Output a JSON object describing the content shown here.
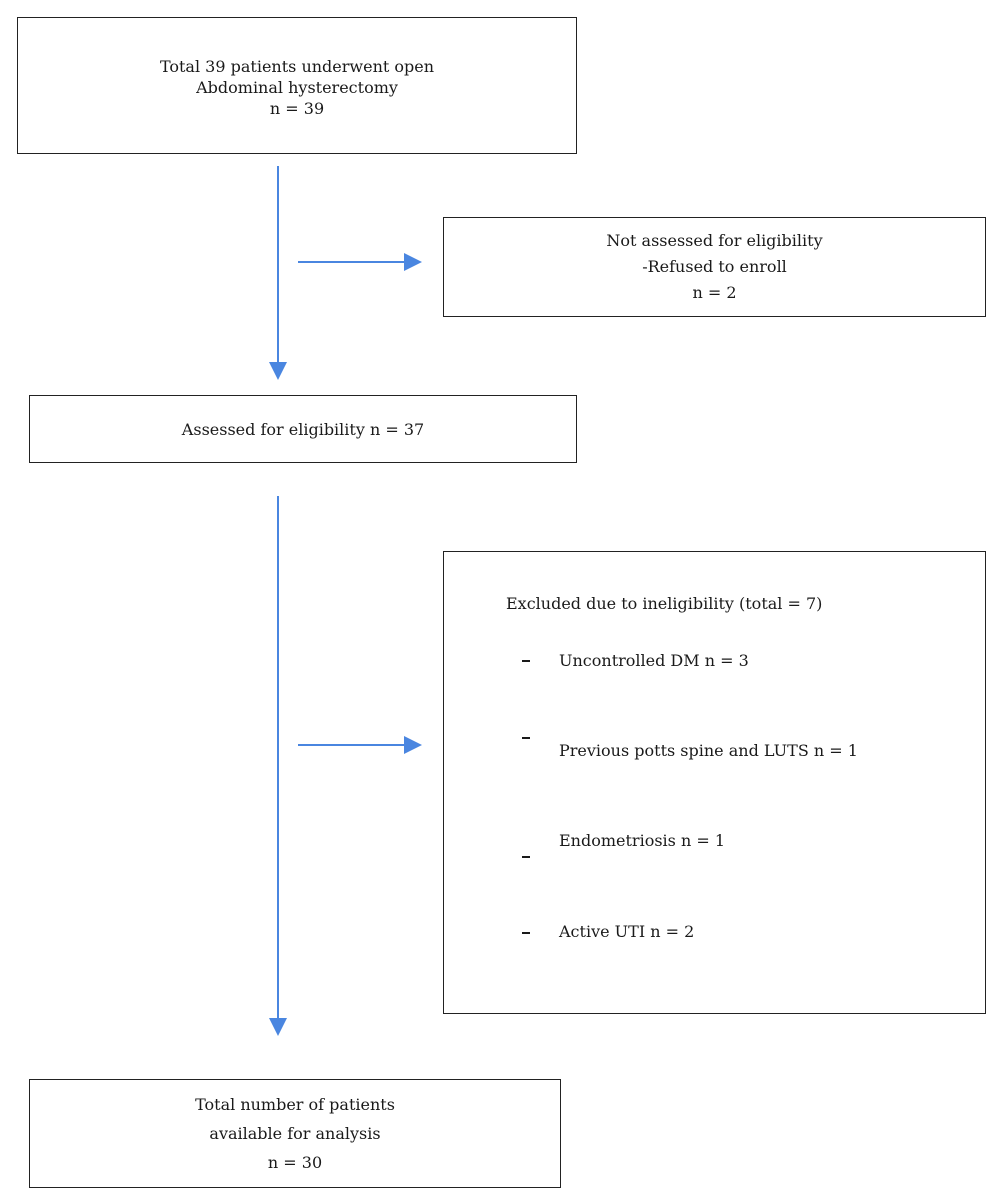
{
  "colors": {
    "arrow": "#4a86e0",
    "border": "#222222"
  },
  "boxes": {
    "total": {
      "lines": [
        "Total 39 patients underwent open",
        "Abdominal hysterectomy",
        "n = 39"
      ]
    },
    "not_assessed": {
      "lines": [
        "Not assessed for eligibility",
        "-Refused to enroll",
        "n = 2"
      ]
    },
    "assessed": {
      "label": "Assessed for eligibility n = 37"
    },
    "excluded": {
      "heading": "Excluded due to ineligibility (total = 7)",
      "items": [
        "Uncontrolled DM n = 3",
        "Previous potts spine and LUTS n = 1",
        "Endometriosis n = 1",
        "Active UTI n = 2"
      ]
    },
    "analysis": {
      "lines": [
        "Total number of patients",
        "available for analysis",
        "n = 30"
      ]
    }
  }
}
